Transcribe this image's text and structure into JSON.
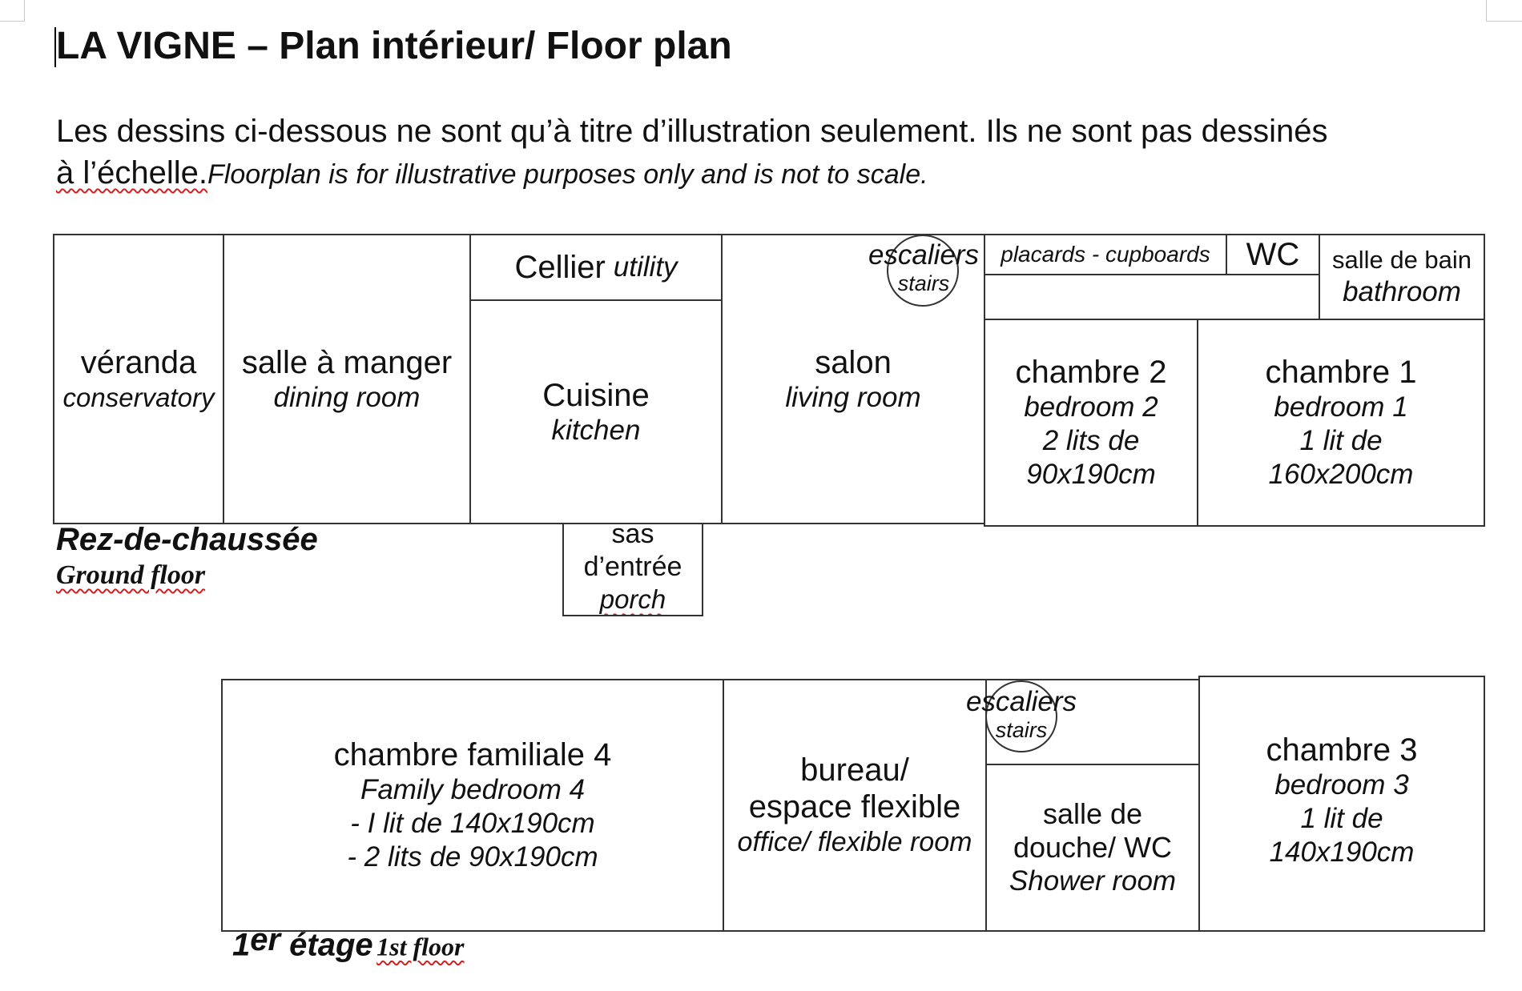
{
  "title": "LA VIGNE – Plan intérieur/ Floor plan",
  "intro": {
    "fr_line1": "Les dessins ci-dessous ne sont qu’à titre d’illustration seulement. Ils ne sont pas dessinés",
    "fr_line2": "à l’échelle.",
    "en": "Floorplan is for illustrative purposes only and is not to scale."
  },
  "ground_floor": {
    "label_fr": "Rez-de-chaussée",
    "label_en": "Ground floor",
    "rooms": {
      "veranda": {
        "fr": "véranda",
        "en": "conservatory"
      },
      "dining": {
        "fr": "salle à manger",
        "en": "dining room"
      },
      "utility": {
        "fr": "Cellier",
        "en": "utility"
      },
      "kitchen": {
        "fr": "Cuisine",
        "en": "kitchen"
      },
      "salon": {
        "fr": "salon",
        "en": "living room"
      },
      "stairs": {
        "fr": "escaliers",
        "en": "stairs"
      },
      "cupboards": {
        "text": "placards - cupboards"
      },
      "wc": {
        "text": "WC"
      },
      "bathroom": {
        "fr": "salle de bain",
        "en": "bathroom"
      },
      "bedroom2": {
        "fr": "chambre 2",
        "en": "bedroom 2",
        "beds1": "2 lits de",
        "beds2": "90x190cm"
      },
      "bedroom1": {
        "fr": "chambre 1",
        "en": "bedroom 1",
        "beds1": "1 lit de",
        "beds2": "160x200cm"
      },
      "porch": {
        "fr1": "sas",
        "fr2": "d’entrée",
        "en": "porch"
      }
    }
  },
  "first_floor": {
    "label_fr_num": "1",
    "label_fr_sup": "er",
    "label_fr_rest": " étage",
    "label_en": "1st floor",
    "rooms": {
      "family": {
        "fr": "chambre familiale 4",
        "en": "Family bedroom 4",
        "beds1": "- I lit de 140x190cm",
        "beds2": "- 2 lits de 90x190cm"
      },
      "office": {
        "fr1": "bureau/",
        "fr2": "espace flexible",
        "en": "office/ flexible room"
      },
      "stairs": {
        "fr": "escaliers",
        "en": "stairs"
      },
      "shower": {
        "fr1": "salle de",
        "fr2": "douche/ WC",
        "en": "Shower room"
      },
      "bedroom3": {
        "fr": "chambre 3",
        "en": "bedroom 3",
        "beds1": "1 lit de",
        "beds2": "140x190cm"
      }
    }
  }
}
